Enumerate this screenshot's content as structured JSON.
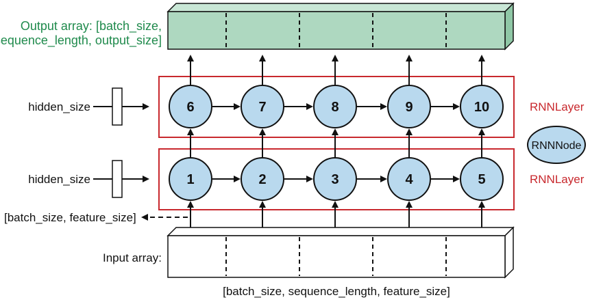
{
  "output": {
    "label_line1": "Output array: [batch_size,",
    "label_line2": "sequence_length, output_size]",
    "fill": "#aed8c0"
  },
  "input": {
    "label": "Input array:",
    "shape": "[batch_size, sequence_length, feature_size]"
  },
  "layers": [
    {
      "label": "RNNLayer",
      "hidden_label": "hidden_size",
      "nodes": [
        "6",
        "7",
        "8",
        "9",
        "10"
      ]
    },
    {
      "label": "RNNLayer",
      "hidden_label": "hidden_size",
      "nodes": [
        "1",
        "2",
        "3",
        "4",
        "5"
      ]
    }
  ],
  "batch_feature_label": "[batch_size, feature_size]",
  "legend": {
    "node_label": "RNNNode"
  },
  "colors": {
    "node_fill": "#b9d9ee",
    "layer_border": "#c8282d",
    "output_label": "#1f8a4c",
    "layer_label": "#c8282d"
  }
}
